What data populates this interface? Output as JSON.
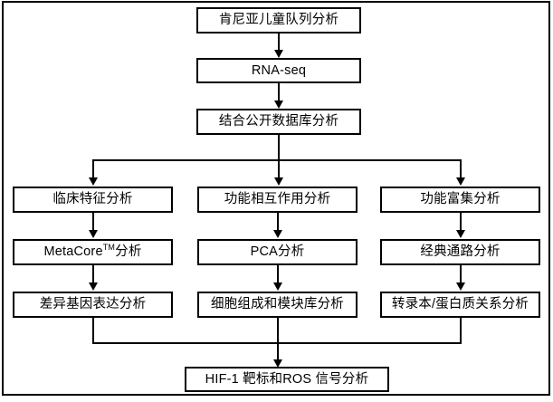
{
  "diagram": {
    "title": "Kenyan children cohort RNA-seq analysis workflow flowchart",
    "colors": {
      "background": "#ffffff",
      "line": "#000000",
      "box_fill": "#ffffff",
      "text": "#000000"
    },
    "nodes": {
      "cohort": "肯尼亚儿童队列分析",
      "rnaseq": "RNA-seq",
      "public_db": "结合公开数据库分析",
      "clinical": "临床特征分析",
      "metacore_prefix": "MetaCore",
      "metacore_sup": "TM",
      "metacore_suffix": "分析",
      "deg": "差异基因表达分析",
      "interaction": "功能相互作用分析",
      "pca": "PCA分析",
      "cell_module": "细胞组成和模块库分析",
      "enrichment": "功能富集分析",
      "pathway": "经典通路分析",
      "transcript_protein": "转录本/蛋白质关系分析",
      "final": "HIF-1 靶标和ROS 信号分析"
    },
    "edges": [
      {
        "from": "cohort",
        "to": "rnaseq",
        "type": "straight-down-arrow"
      },
      {
        "from": "rnaseq",
        "to": "public_db",
        "type": "straight-down-arrow"
      },
      {
        "from": "public_db",
        "to": [
          "clinical",
          "interaction",
          "enrichment"
        ],
        "type": "split-three-branch"
      },
      {
        "from": "clinical",
        "to": "metacore",
        "type": "straight-down-arrow"
      },
      {
        "from": "metacore",
        "to": "deg",
        "type": "straight-down-arrow"
      },
      {
        "from": "interaction",
        "to": "pca",
        "type": "straight-down-arrow"
      },
      {
        "from": "pca",
        "to": "cell_module",
        "type": "straight-down-arrow"
      },
      {
        "from": "enrichment",
        "to": "pathway",
        "type": "straight-down-arrow"
      },
      {
        "from": "pathway",
        "to": "transcript_protein",
        "type": "straight-down-arrow"
      },
      {
        "from": [
          "deg",
          "cell_module",
          "transcript_protein"
        ],
        "to": "final",
        "type": "merge-three-branch"
      }
    ]
  }
}
